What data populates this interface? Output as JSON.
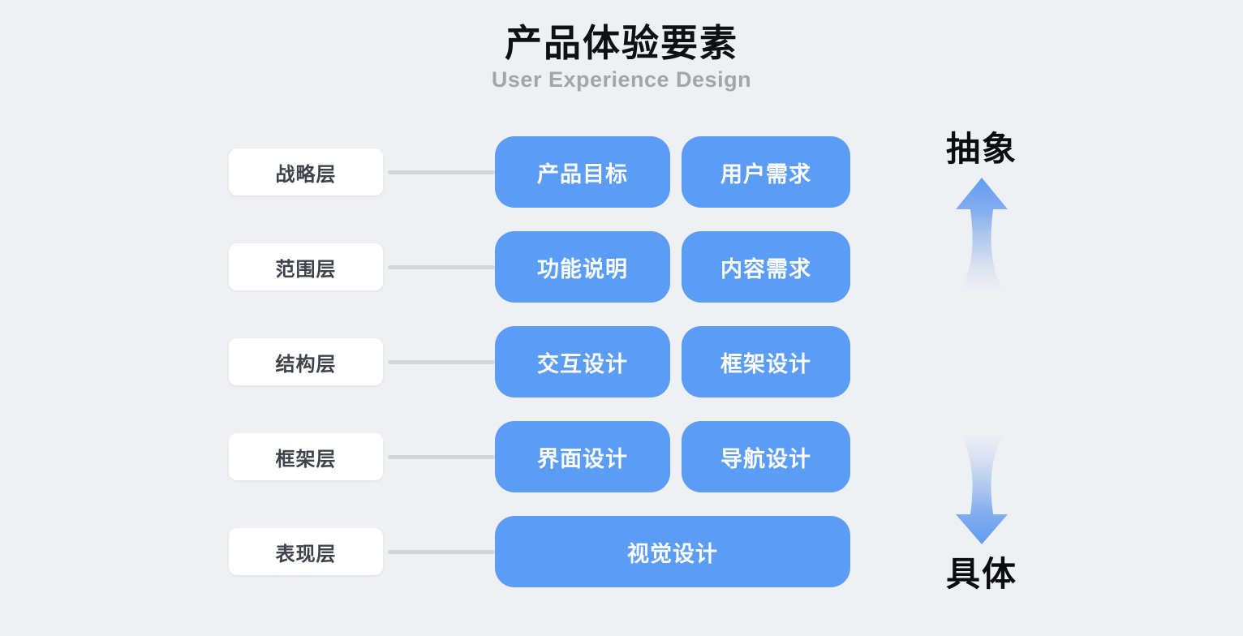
{
  "title": "产品体验要素",
  "subtitle": "User Experience Design",
  "rows": [
    {
      "layer": "战略层",
      "items": [
        "产品目标",
        "用户需求"
      ]
    },
    {
      "layer": "范围层",
      "items": [
        "功能说明",
        "内容需求"
      ]
    },
    {
      "layer": "结构层",
      "items": [
        "交互设计",
        "框架设计"
      ]
    },
    {
      "layer": "框架层",
      "items": [
        "界面设计",
        "导航设计"
      ]
    },
    {
      "layer": "表现层",
      "items": [
        "视觉设计"
      ]
    }
  ],
  "axis": {
    "top_label": "抽象",
    "bottom_label": "具体"
  },
  "colors": {
    "background": "#eef0f4",
    "card_blue": "#5b9cf5",
    "card_white": "#ffffff",
    "layer_text": "#3d434b",
    "card_text": "#ffffff",
    "connector_gray": "#d3d5d9",
    "title_black": "#0e1013",
    "subtitle_gray": "#a2a6ab",
    "arrow_blue": "#5f9bf2"
  }
}
